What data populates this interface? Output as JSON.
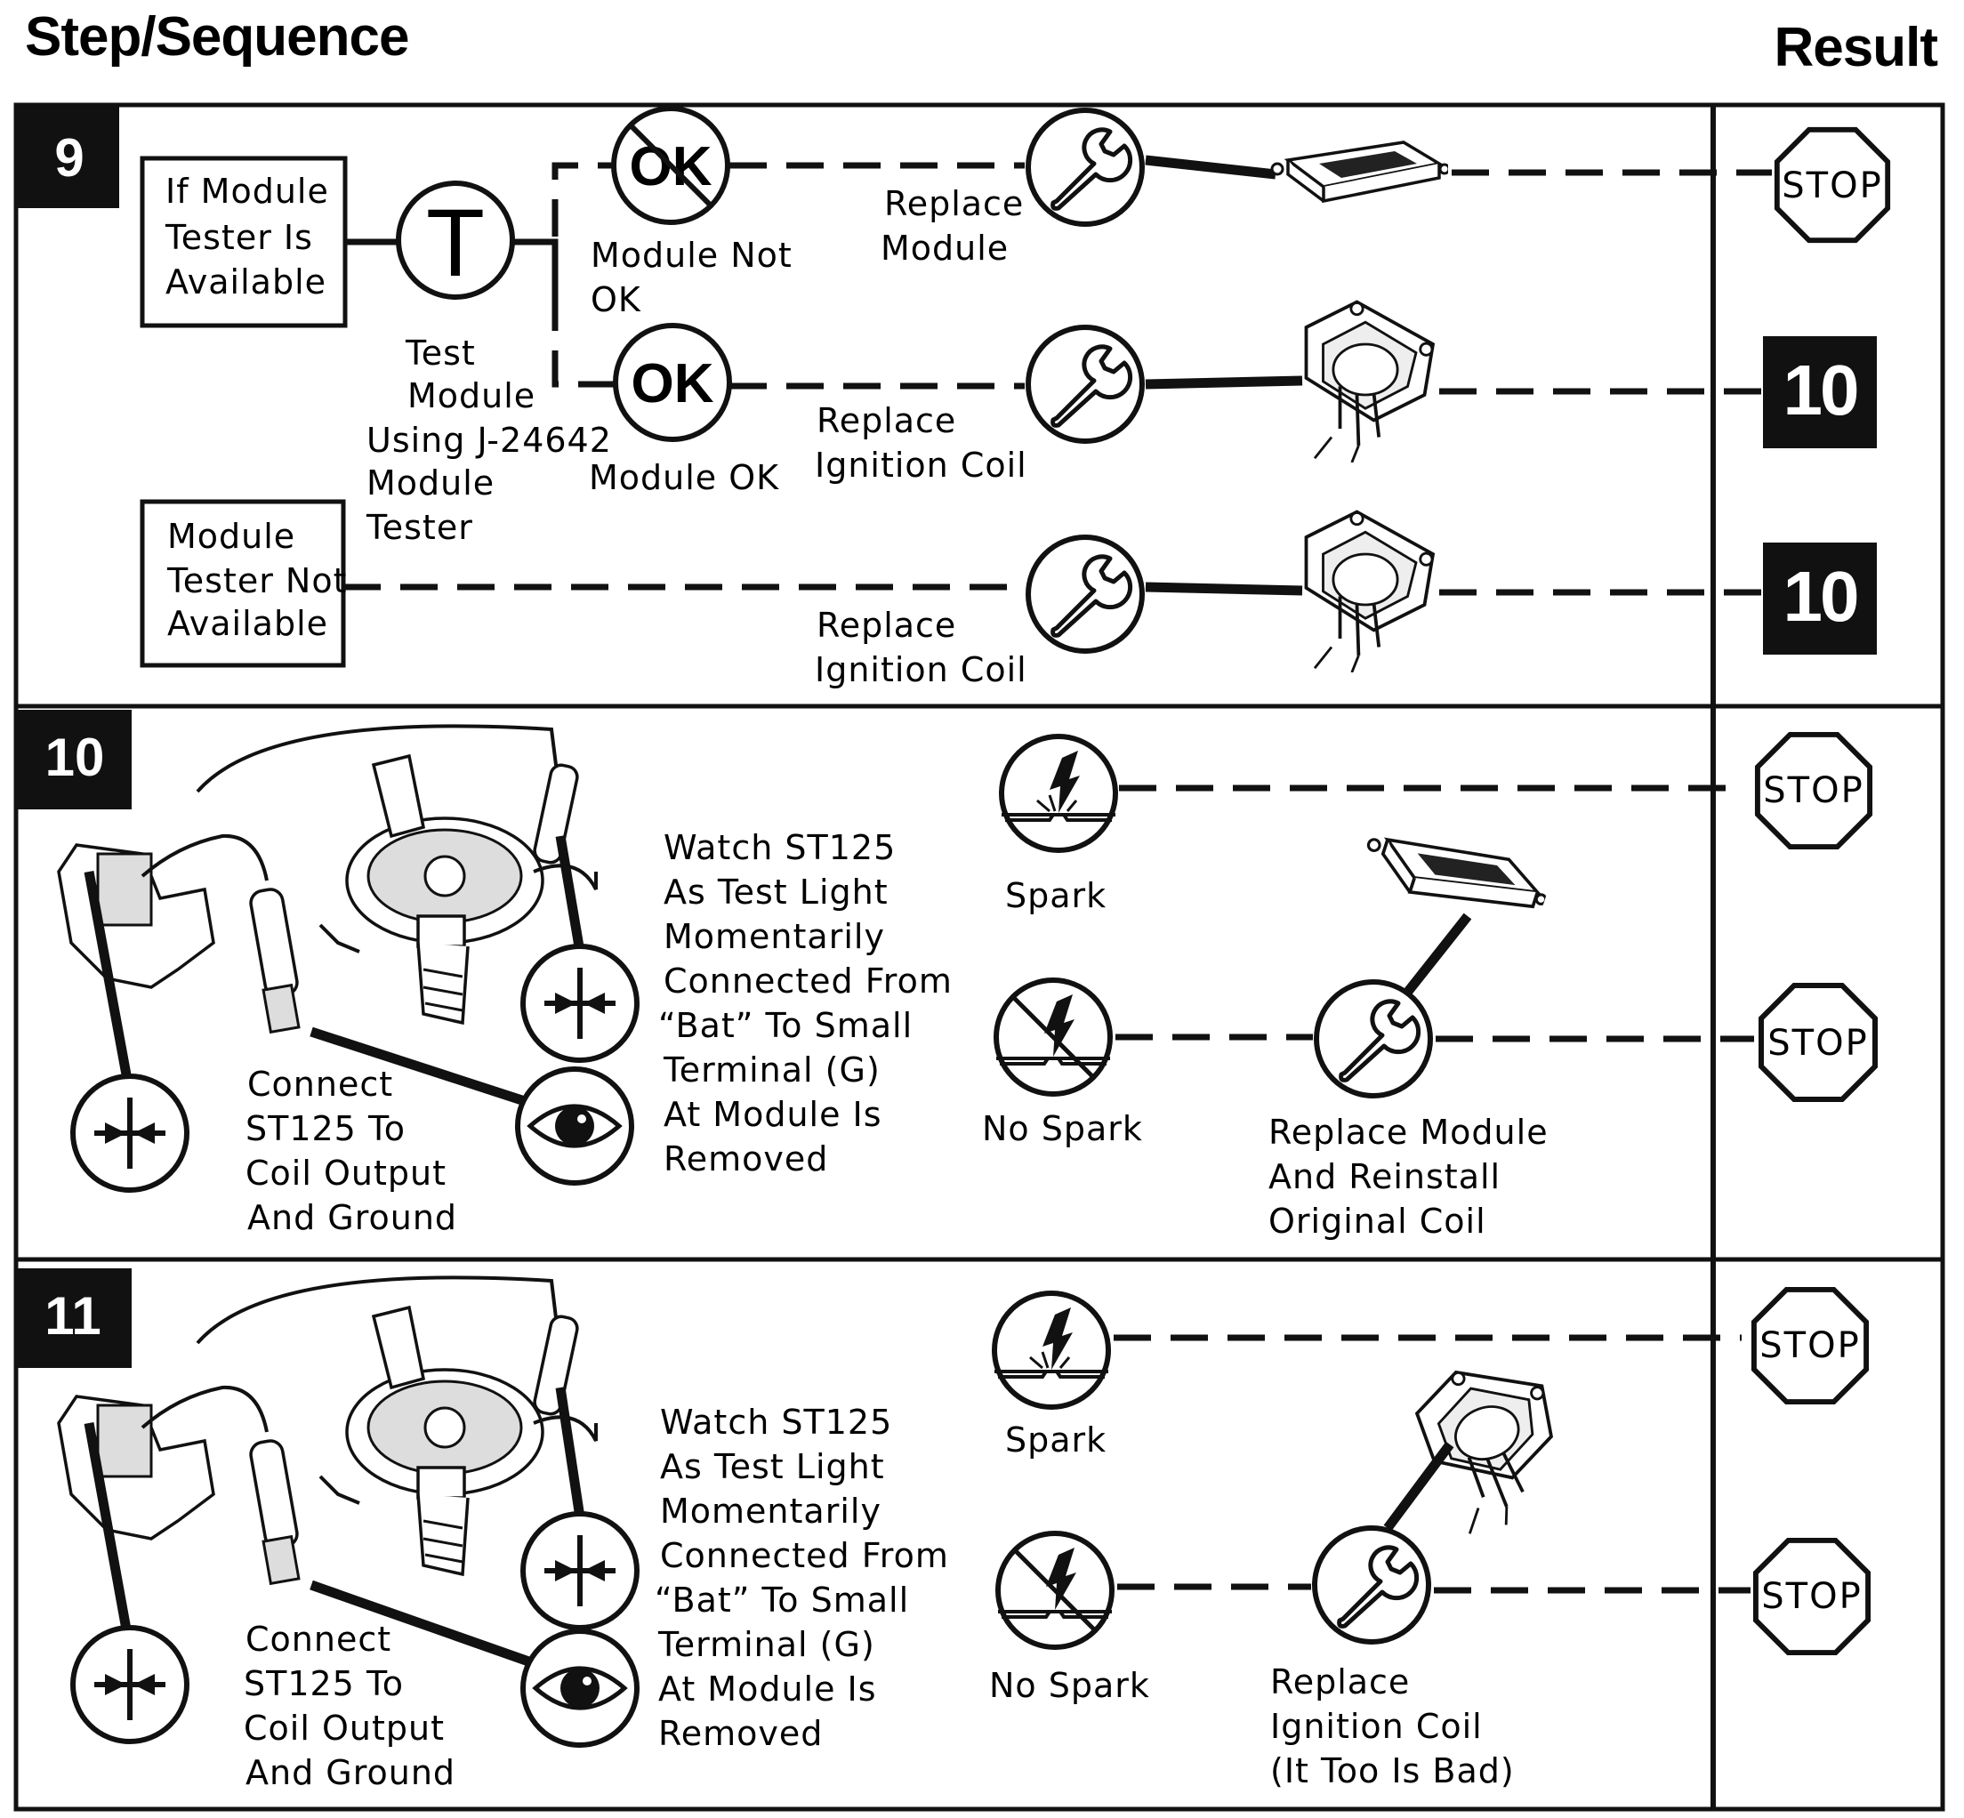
{
  "header": {
    "left": "Step/Sequence",
    "right": "Result"
  },
  "step9": {
    "number": "9",
    "box_available": [
      "If Module",
      "Tester Is",
      "Available"
    ],
    "box_not_available": [
      "Module",
      "Tester Not",
      "Available"
    ],
    "test_label": [
      "Test",
      "Module",
      "Using J-24642",
      "Module",
      "Tester"
    ],
    "tester_symbol": "T",
    "ok_symbol": "OK",
    "not_ok_label": [
      "Module Not",
      "OK"
    ],
    "ok_label": "Module OK",
    "replace_module": [
      "Replace",
      "Module"
    ],
    "replace_coil_1": [
      "Replace",
      "Ignition Coil"
    ],
    "replace_coil_2": [
      "Replace",
      "Ignition Coil"
    ],
    "result_stop": "STOP",
    "result_10a": "10",
    "result_10b": "10"
  },
  "step10": {
    "number": "10",
    "connect_label": [
      "Connect",
      "ST125 To",
      "Coil Output",
      "And Ground"
    ],
    "watch_label": [
      "Watch ST125",
      "As Test Light",
      "Momentarily",
      "Connected From",
      "“Bat” To Small",
      "Terminal (G)",
      "At Module Is",
      "Removed"
    ],
    "spark": "Spark",
    "no_spark": "No Spark",
    "replace_label": [
      "Replace Module",
      "And Reinstall",
      "Original Coil"
    ],
    "result_stop_1": "STOP",
    "result_stop_2": "STOP"
  },
  "step11": {
    "number": "11",
    "connect_label": [
      "Connect",
      "ST125 To",
      "Coil Output",
      "And Ground"
    ],
    "watch_label": [
      "Watch ST125",
      "As Test Light",
      "Momentarily",
      "Connected From",
      "“Bat” To Small",
      "Terminal (G)",
      "At Module Is",
      "Removed"
    ],
    "spark": "Spark",
    "no_spark": "No Spark",
    "replace_label": [
      "Replace",
      "Ignition Coil",
      "(It Too Is Bad)"
    ],
    "result_stop_1": "STOP",
    "result_stop_2": "STOP"
  },
  "icons": [
    "wrench-icon",
    "eye-icon",
    "test-light-icon",
    "spark-icon",
    "no-spark-icon",
    "stop-sign-icon",
    "ok-icon",
    "not-ok-icon",
    "tester-icon",
    "ignition-module-icon",
    "ignition-coil-icon",
    "distributor-icon"
  ]
}
